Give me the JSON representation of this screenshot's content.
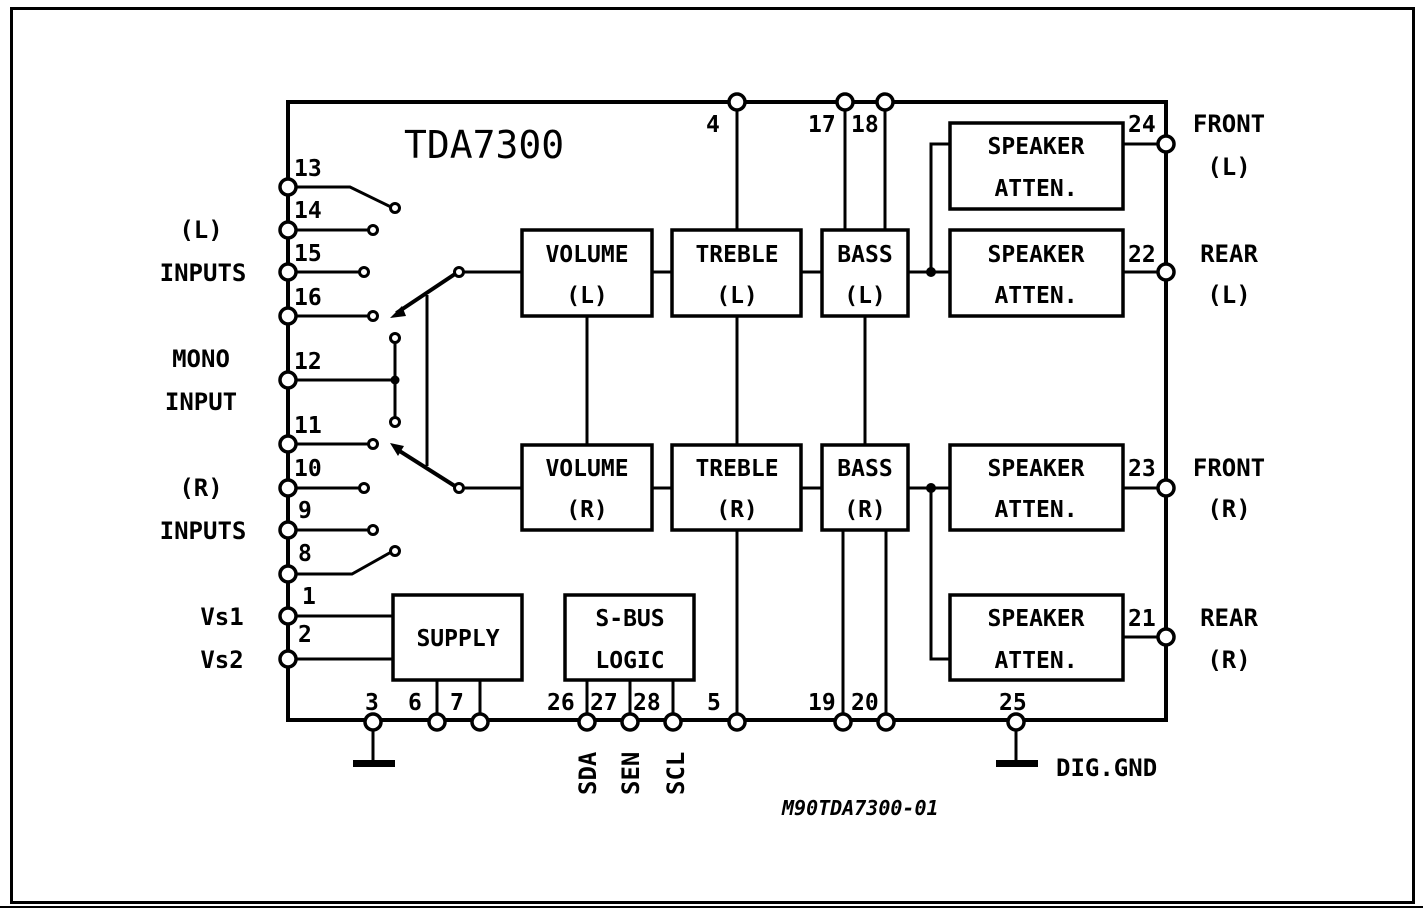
{
  "title": "TDA7300",
  "reference": "M90TDA7300-01",
  "blocks": {
    "volume_l": [
      "VOLUME",
      "(L)"
    ],
    "volume_r": [
      "VOLUME",
      "(R)"
    ],
    "treble_l": [
      "TREBLE",
      "(L)"
    ],
    "treble_r": [
      "TREBLE",
      "(R)"
    ],
    "bass_l": [
      "BASS",
      "(L)"
    ],
    "bass_r": [
      "BASS",
      "(R)"
    ],
    "spk_front_l": [
      "SPEAKER",
      "ATTEN."
    ],
    "spk_rear_l": [
      "SPEAKER",
      "ATTEN."
    ],
    "spk_front_r": [
      "SPEAKER",
      "ATTEN."
    ],
    "spk_rear_r": [
      "SPEAKER",
      "ATTEN."
    ],
    "supply": [
      "SUPPLY"
    ],
    "sbus": [
      "S-BUS",
      "LOGIC"
    ]
  },
  "pins": {
    "p1": "1",
    "p2": "2",
    "p3": "3",
    "p4": "4",
    "p5": "5",
    "p6": "6",
    "p7": "7",
    "p8": "8",
    "p9": "9",
    "p10": "10",
    "p11": "11",
    "p12": "12",
    "p13": "13",
    "p14": "14",
    "p15": "15",
    "p16": "16",
    "p17": "17",
    "p18": "18",
    "p19": "19",
    "p20": "20",
    "p21": "21",
    "p22": "22",
    "p23": "23",
    "p24": "24",
    "p25": "25",
    "p26": "26",
    "p27": "27",
    "p28": "28"
  },
  "labels": {
    "l_inputs": [
      "(L)",
      "INPUTS"
    ],
    "mono_input": [
      "MONO",
      "INPUT"
    ],
    "r_inputs": [
      "(R)",
      "INPUTS"
    ],
    "vs1": "Vs1",
    "vs2": "Vs2",
    "front_l": [
      "FRONT",
      "(L)"
    ],
    "rear_l": [
      "REAR",
      "(L)"
    ],
    "front_r": [
      "FRONT",
      "(R)"
    ],
    "rear_r": [
      "REAR",
      "(R)"
    ],
    "sda": "SDA",
    "sen": "SEN",
    "scl": "SCL",
    "dig_gnd": "DIG.GND"
  }
}
